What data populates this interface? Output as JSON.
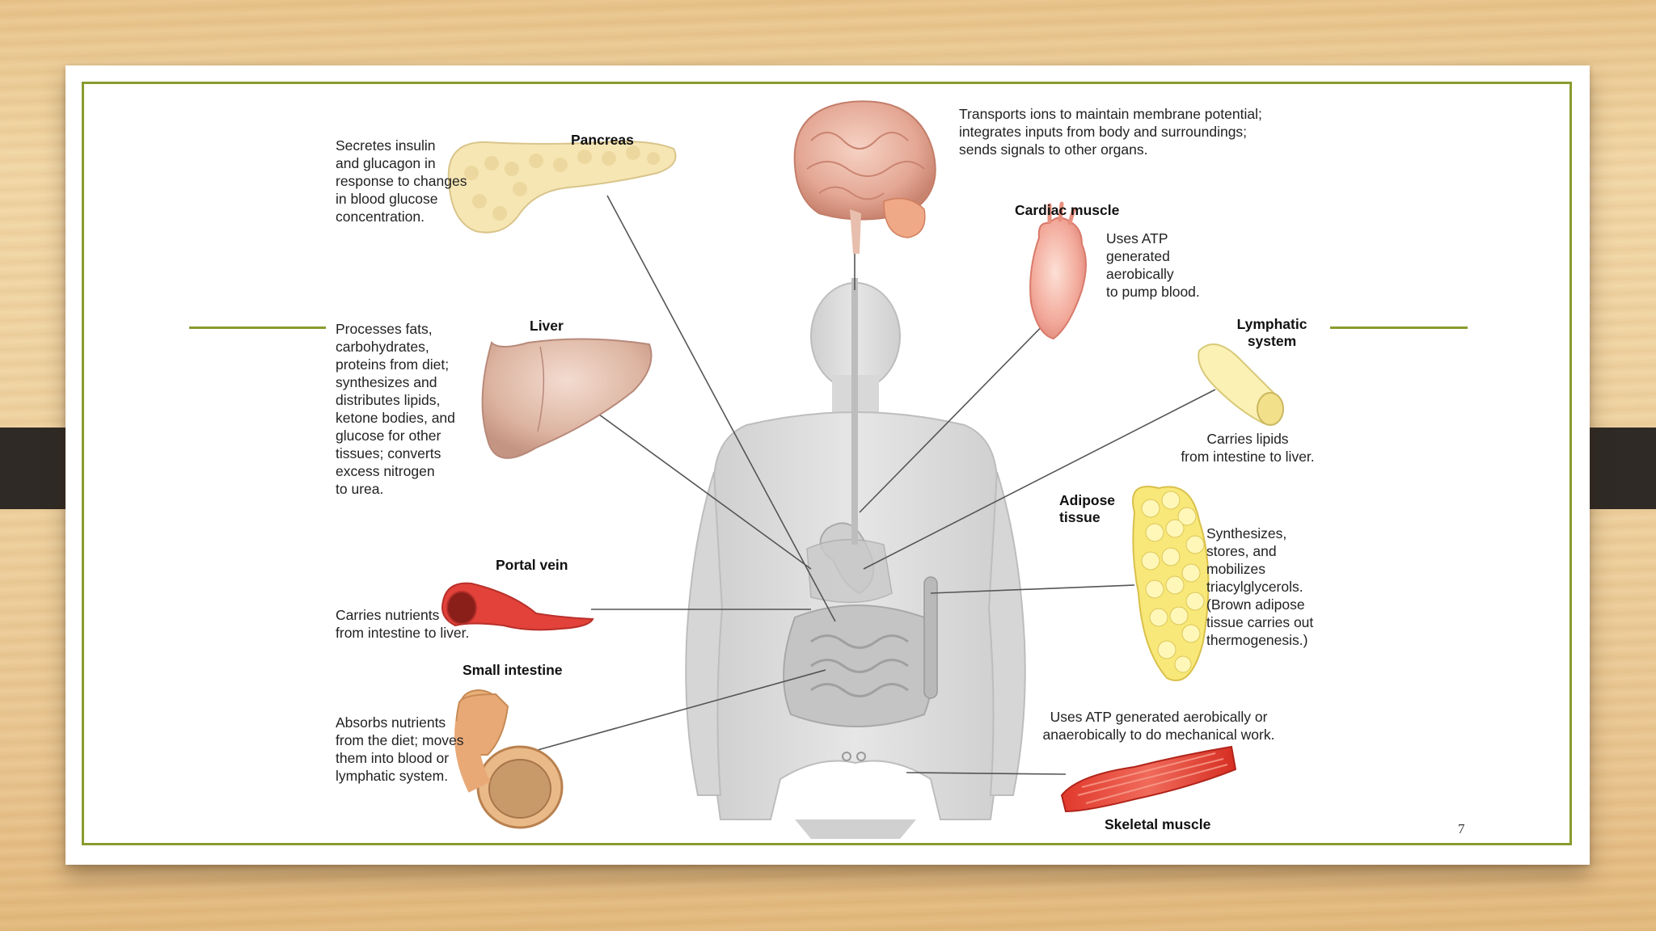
{
  "page_number": "7",
  "organs": {
    "pancreas": {
      "label": "Pancreas",
      "text": "Secretes insulin\nand glucagon in\nresponse to changes\nin blood glucose\nconcentration."
    },
    "brain": {
      "text": "Transports ions to maintain membrane potential;\nintegrates inputs from body and surroundings;\nsends signals to other organs."
    },
    "cardiac": {
      "label": "Cardiac muscle",
      "text": "Uses ATP\ngenerated\naerobically\nto pump blood."
    },
    "liver": {
      "label": "Liver",
      "text": "Processes fats,\ncarbohydrates,\nproteins from diet;\nsynthesizes and\ndistributes lipids,\nketone bodies, and\nglucose for other\ntissues; converts\nexcess nitrogen\nto urea."
    },
    "lymphatic": {
      "label": "Lymphatic\nsystem",
      "text": "Carries lipids\nfrom intestine to liver."
    },
    "adipose": {
      "label": "Adipose\ntissue",
      "text": "Synthesizes,\nstores, and\nmobilizes\ntriacylglycerols.\n(Brown adipose\ntissue carries out\nthermogenesis.)"
    },
    "portal": {
      "label": "Portal vein",
      "text": "Carries nutrients\nfrom intestine to liver."
    },
    "small_intestine": {
      "label": "Small intestine",
      "text": "Absorbs nutrients\nfrom the diet; moves\nthem into blood or\nlymphatic system."
    },
    "skeletal": {
      "label": "Skeletal muscle",
      "text": "Uses ATP generated aerobically or\nanaerobically to do mechanical work."
    }
  },
  "colors": {
    "frame": "#8a9a2e",
    "tab": "#2f2a25",
    "body": "#d9d9d9",
    "leader": "#555555"
  }
}
